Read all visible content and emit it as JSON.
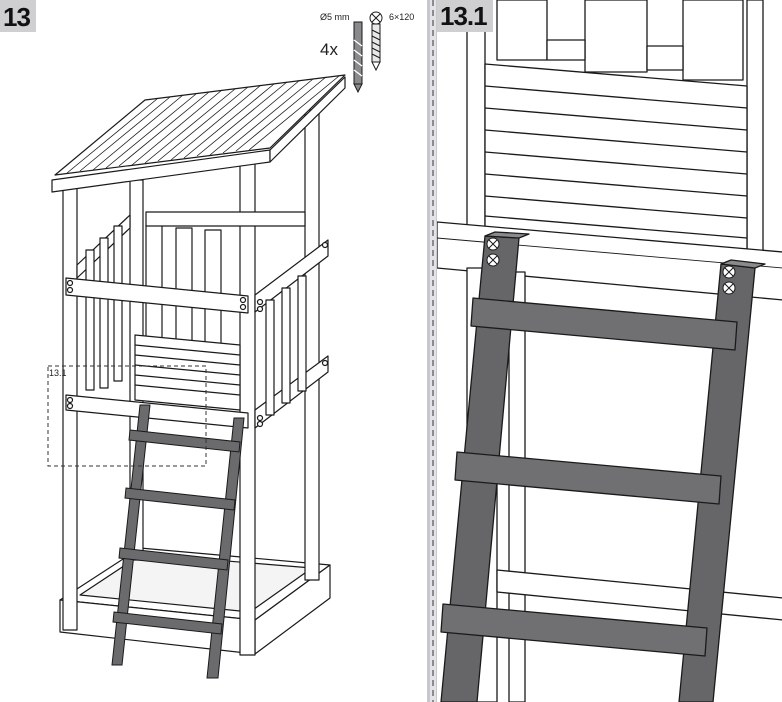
{
  "step_main": "13",
  "step_detail": "13.1",
  "detail_callout": "13.1",
  "hardware": {
    "drill_size": "Ø5 mm",
    "screw_size": "6×120",
    "quantity": "4x"
  },
  "colors": {
    "outline": "#1a1a1a",
    "wood": "#ffffff",
    "ladder": "#6b6b6e",
    "ladder_dark": "#555558",
    "label_bg": "#cfcfd1"
  },
  "icons": [
    "drill-bit-icon",
    "screw-icon"
  ]
}
